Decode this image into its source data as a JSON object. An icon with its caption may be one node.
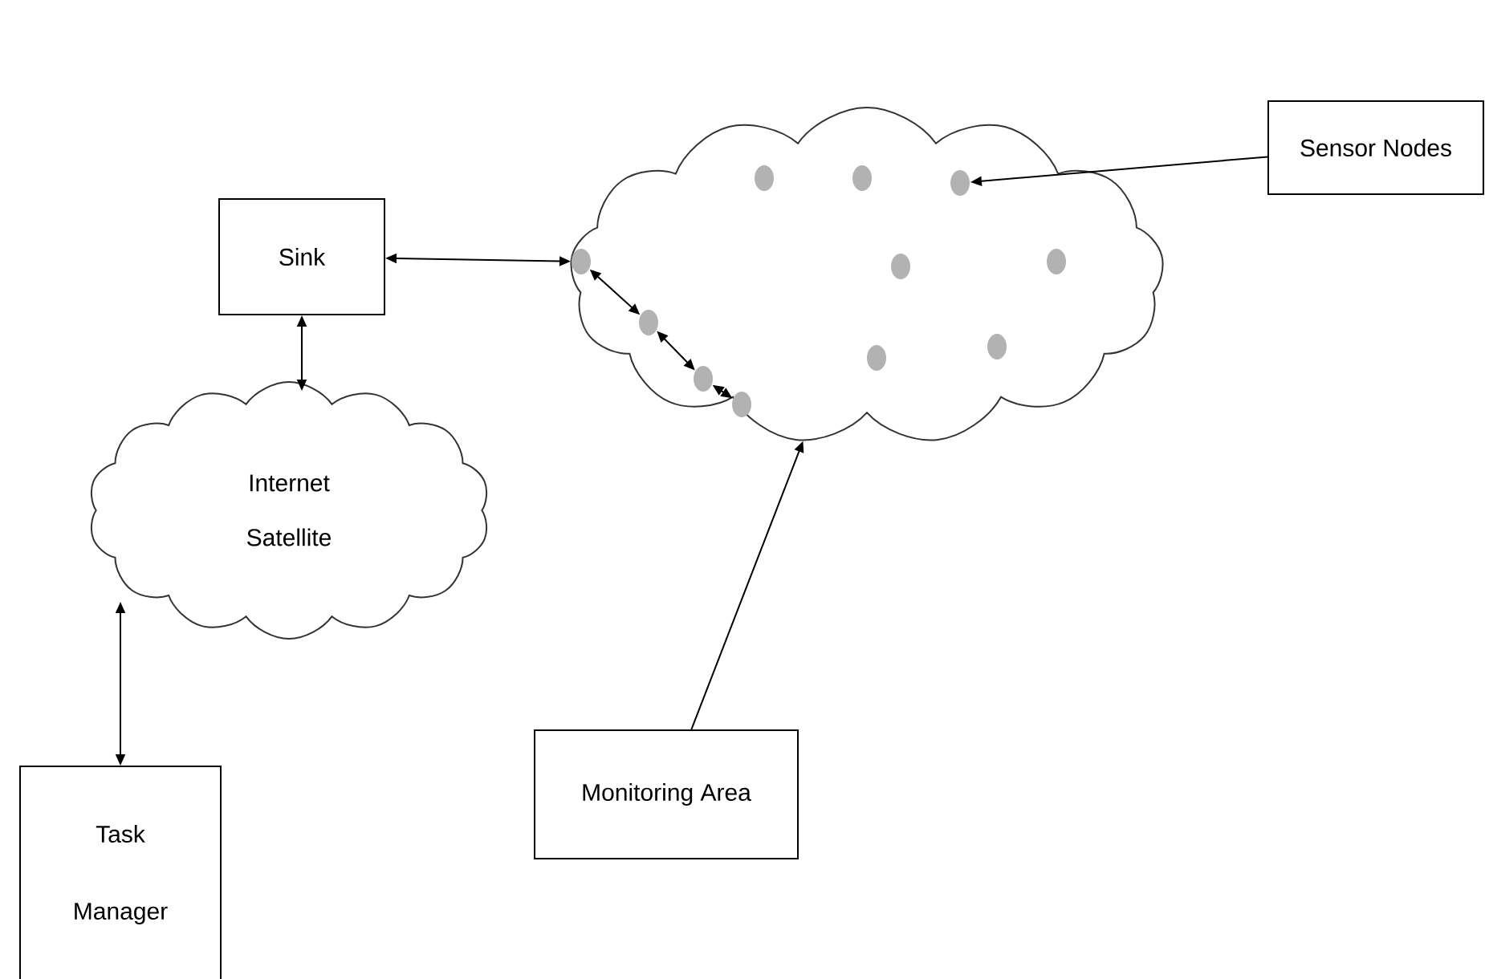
{
  "diagram": {
    "nodes": [
      {
        "text": [
          "Sink"
        ]
      },
      {
        "text": [
          "Internet Satellite"
        ]
      },
      {
        "text": [
          "Task Manager"
        ]
      },
      {
        "text": [
          "Sensor Nodes"
        ]
      },
      {
        "text": [
          "Monitoring Area"
        ]
      },
      {
        "text": [],
        "shape": "cloud"
      },
      {
        "text": [],
        "shape": "circle",
        "in": 5
      },
      {
        "text": [],
        "shape": "circle",
        "in": 5
      },
      {
        "text": [],
        "shape": "circle",
        "in": 5
      },
      {
        "text": [],
        "shape": "circle",
        "in": 5
      },
      {
        "text": [],
        "shape": "circle",
        "in": 5
      },
      {
        "text": [],
        "shape": "circle",
        "in": 5
      },
      {
        "text": [],
        "shape": "circle",
        "in": 5
      },
      {
        "text": [],
        "shape": "circle",
        "in": 5
      },
      {
        "text": [],
        "shape": "circle",
        "in": 5
      },
      {
        "text": [],
        "shape": "circle",
        "in": 5
      },
      {
        "text": [],
        "shape": "circle",
        "in": 5
      }
    ],
    "edges": [
      {
        "from": 0,
        "to": 6,
        "arrow": "both"
      },
      {
        "from": 6,
        "to": 7,
        "arrow": "both"
      },
      {
        "from": 7,
        "to": 8,
        "arrow": "both"
      },
      {
        "from": 8,
        "to": 9,
        "arrow": "both"
      },
      {
        "from": 3,
        "to": 14,
        "arrow": "to"
      },
      {
        "from": 4,
        "to": 5,
        "arrow": "to"
      },
      {
        "from": 0,
        "to": 1,
        "arrow": "both"
      },
      {
        "from": 1,
        "to": 2,
        "arrow": "both"
      }
    ]
  }
}
